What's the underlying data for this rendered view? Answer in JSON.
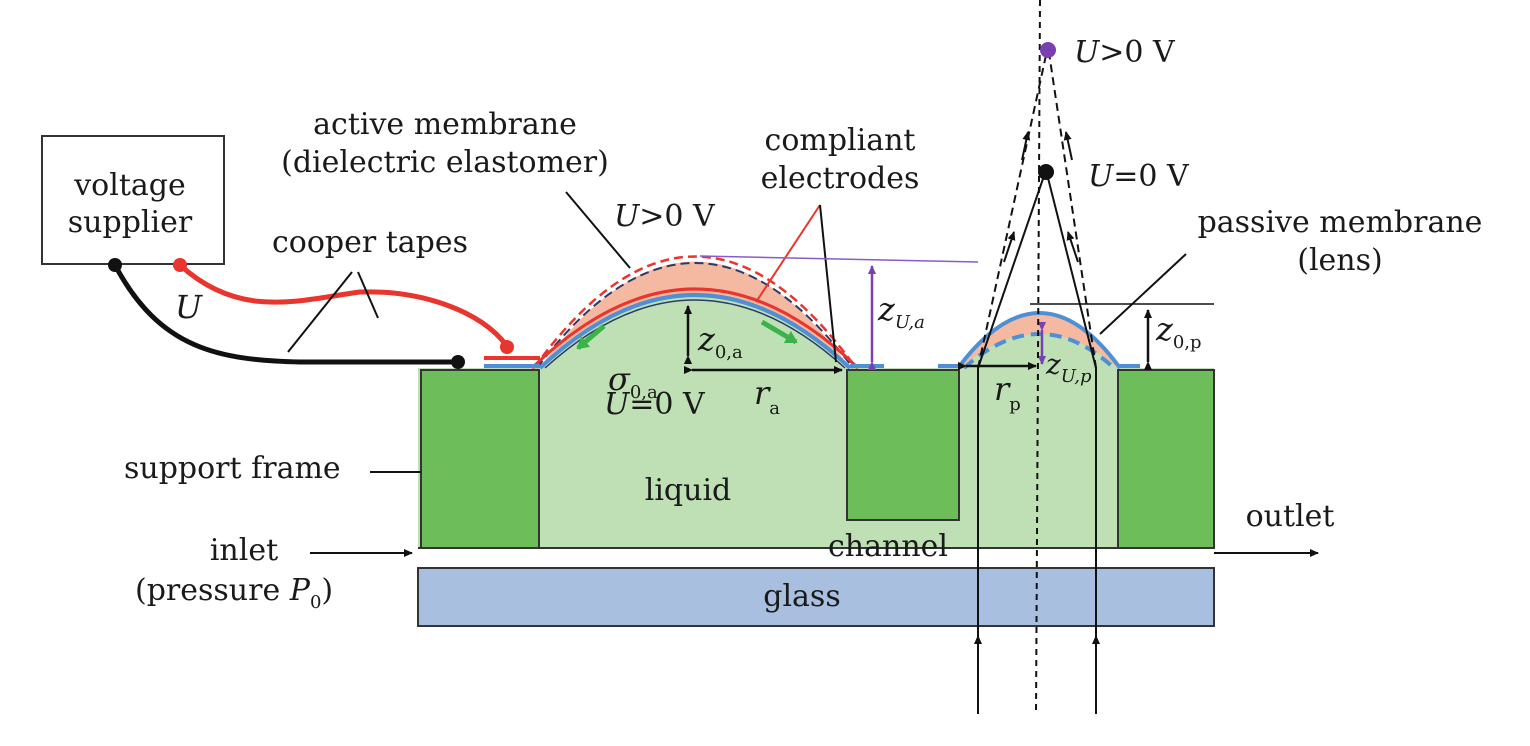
{
  "labels": {
    "voltage_supplier_line1": "voltage",
    "voltage_supplier_line2": "supplier",
    "active_membrane_line1": "active membrane",
    "active_membrane_line2": "(dielectric elastomer)",
    "compliant_line1": "compliant",
    "compliant_line2": "electrodes",
    "cooper_tapes": "cooper tapes",
    "voltage_U": "U",
    "u_on_active": {
      "var": "U",
      "rest": ">0 V"
    },
    "u_off_active": {
      "var": "U",
      "rest": "=0 V"
    },
    "u_on_focus": {
      "var": "U",
      "rest": ">0 V"
    },
    "u_off_focus": {
      "var": "U",
      "rest": "=0 V"
    },
    "passive_line1": "passive membrane",
    "passive_line2": "(lens)",
    "sigma": {
      "var": "σ",
      "sub": "0,a"
    },
    "z0a": {
      "var": "z",
      "sub": "0,a"
    },
    "zUa": {
      "var": "z",
      "sub": "U,a"
    },
    "z0p": {
      "var": "z",
      "sub": "0,p"
    },
    "zUp": {
      "var": "z",
      "sub": "U,p"
    },
    "ra": {
      "var": "r",
      "sub": "a"
    },
    "rp": {
      "var": "r",
      "sub": "p"
    },
    "support_frame": "support frame",
    "liquid": "liquid",
    "channel": "channel",
    "glass": "glass",
    "outlet": "outlet",
    "inlet": "inlet",
    "pressure_text": "(pressure ",
    "pressure_var": "P",
    "pressure_sub": "0",
    "pressure_close": ")"
  },
  "colors": {
    "frame_green": "#6dbd5a",
    "liquid_green": "#bfe0b4",
    "glass_blue": "#a9bfe0",
    "membrane_pink": "#f4b9a0",
    "membrane_blue": "#4f8fd4",
    "wire_red": "#e8352e",
    "arrow_purple": "#7a3fb0",
    "arrow_green": "#3bb34a"
  }
}
